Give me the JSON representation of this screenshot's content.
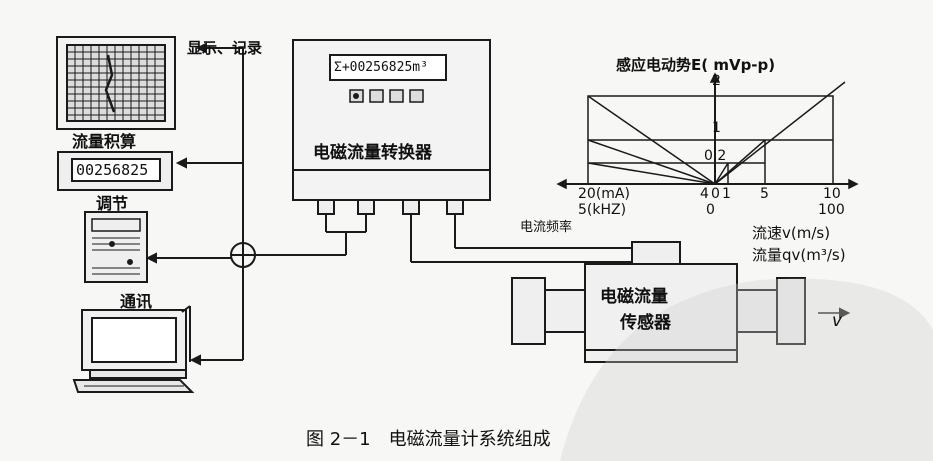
{
  "labels": {
    "display_record": "显示、记录",
    "flow_integration": "流量积算",
    "adjust": "调节",
    "communication": "通讯",
    "converter": "电磁流量转换器",
    "sensor_line1": "电磁流量",
    "sensor_line2": "传感器",
    "current_frequency": "电流频率",
    "flow_direction": "v"
  },
  "displays": {
    "converter_display": "Σ+00256825m³",
    "integrator_display": "00256825"
  },
  "chart": {
    "title": "感应电动势E( mVp-p)",
    "y_ticks": [
      "2",
      "1",
      "0.2"
    ],
    "left_axis_current": "20(mA)",
    "left_axis_freq": "5(kHZ)",
    "right_ticks_top": [
      "4",
      "0",
      "1",
      "5",
      "10"
    ],
    "right_ticks_bottom": [
      "0",
      "100"
    ],
    "x_label_velocity": "流速v(m/s)",
    "x_label_flow": "流量qv(m³/s)"
  },
  "caption": "图 2－1　电磁流量计系统组成",
  "chart_data": {
    "type": "line",
    "title": "感应电动势E( mVp-p)",
    "xlabel": "流速v(m/s)",
    "x_ticks": [
      0,
      1,
      5,
      10
    ],
    "y_ticks": [
      0.2,
      1,
      2
    ],
    "series": [
      {
        "x": [
          0,
          10
        ],
        "y": [
          0,
          2
        ]
      },
      {
        "x": [
          0,
          5
        ],
        "y": [
          0,
          1
        ]
      },
      {
        "x": [
          0,
          1
        ],
        "y": [
          0,
          0.2
        ]
      }
    ]
  },
  "colors": {
    "line": "#1a1a1a",
    "background": "#f7f7f5"
  }
}
